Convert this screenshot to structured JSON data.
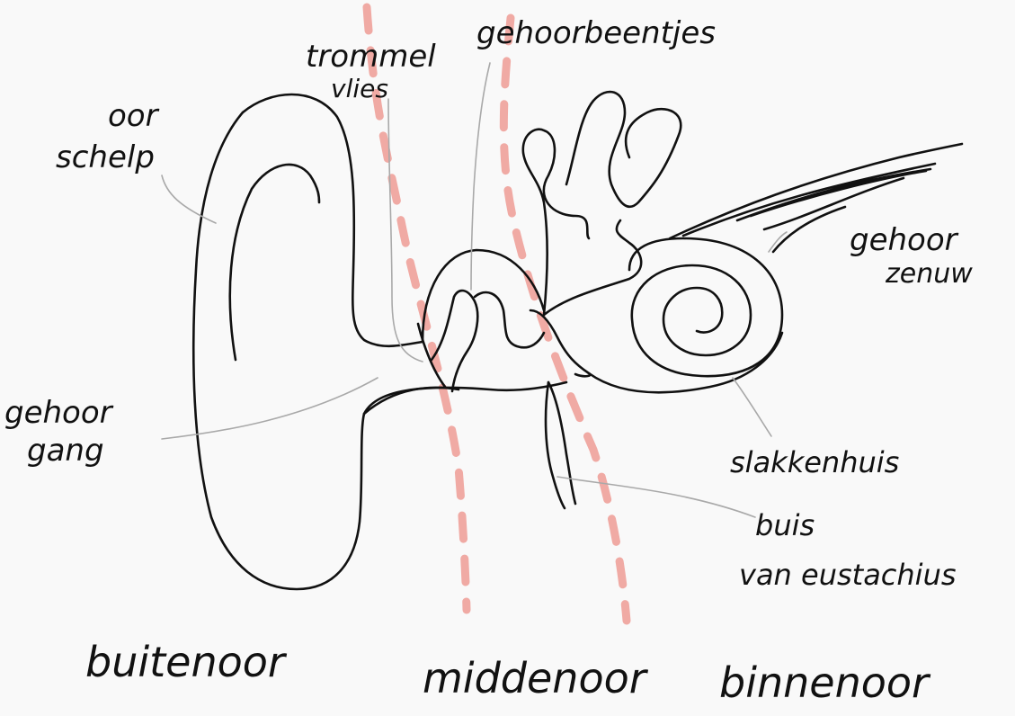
{
  "labels": {
    "oor": "oor",
    "schelp": "schelp",
    "trommel": "trommel",
    "vlies": "vlies",
    "gehoorbeentjes": "gehoorbeentjes",
    "gehoor": "gehoor",
    "zenuw": "zenuw",
    "gehoor2": "gehoor",
    "gang": "gang",
    "slakkenhuis": "slakkenhuis",
    "buis": "buis",
    "van_eustachius": "van eustachius"
  },
  "regions": {
    "outer": "buitenoor",
    "middle": "middenoor",
    "inner": "binnenoor"
  },
  "colors": {
    "ink": "#111111",
    "leader": "#a9a9a9",
    "divider": "#f0aaa4",
    "background": "#f9f9f9"
  }
}
